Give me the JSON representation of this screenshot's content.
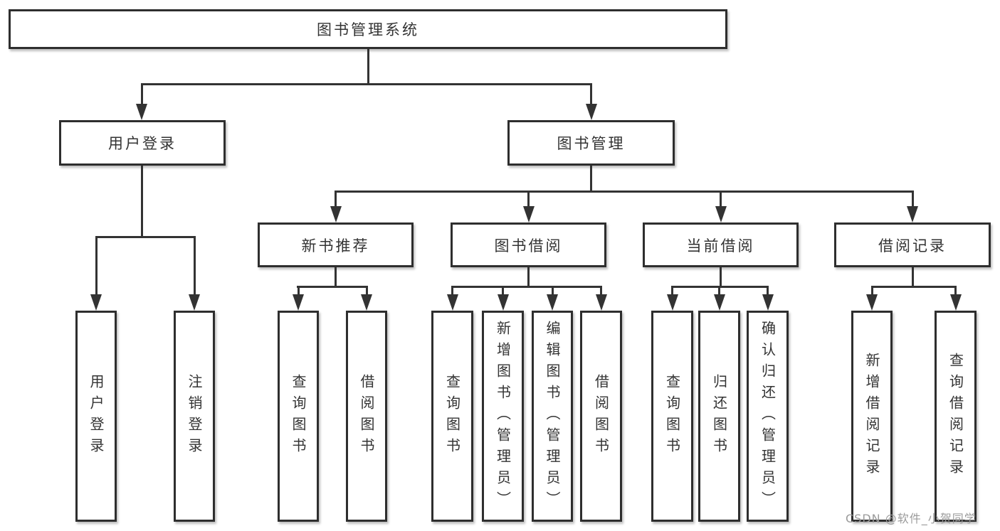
{
  "tree": {
    "label": "图书管理系统",
    "children": [
      {
        "label": "用户登录",
        "children": [
          {
            "label": "用户登录"
          },
          {
            "label": "注销登录"
          }
        ]
      },
      {
        "label": "图书管理",
        "children": [
          {
            "label": "新书推荐",
            "children": [
              {
                "label": "查询图书"
              },
              {
                "label": "借阅图书"
              }
            ]
          },
          {
            "label": "图书借阅",
            "children": [
              {
                "label": "查询图书"
              },
              {
                "label": "新增图书（管理员）"
              },
              {
                "label": "编辑图书（管理员）"
              },
              {
                "label": "借阅图书"
              }
            ]
          },
          {
            "label": "当前借阅",
            "children": [
              {
                "label": "查询图书"
              },
              {
                "label": "归还图书"
              },
              {
                "label": "确认归还（管理员）"
              }
            ]
          },
          {
            "label": "借阅记录",
            "children": [
              {
                "label": "新增借阅记录"
              },
              {
                "label": "查询借阅记录"
              }
            ]
          }
        ]
      }
    ]
  },
  "watermark": "CSDN @软件_小贺同学",
  "colors": {
    "line": "#333333",
    "border": "#2e2e2e",
    "text": "#333333",
    "watermark": "#9b9b9b",
    "bg": "#ffffff"
  }
}
